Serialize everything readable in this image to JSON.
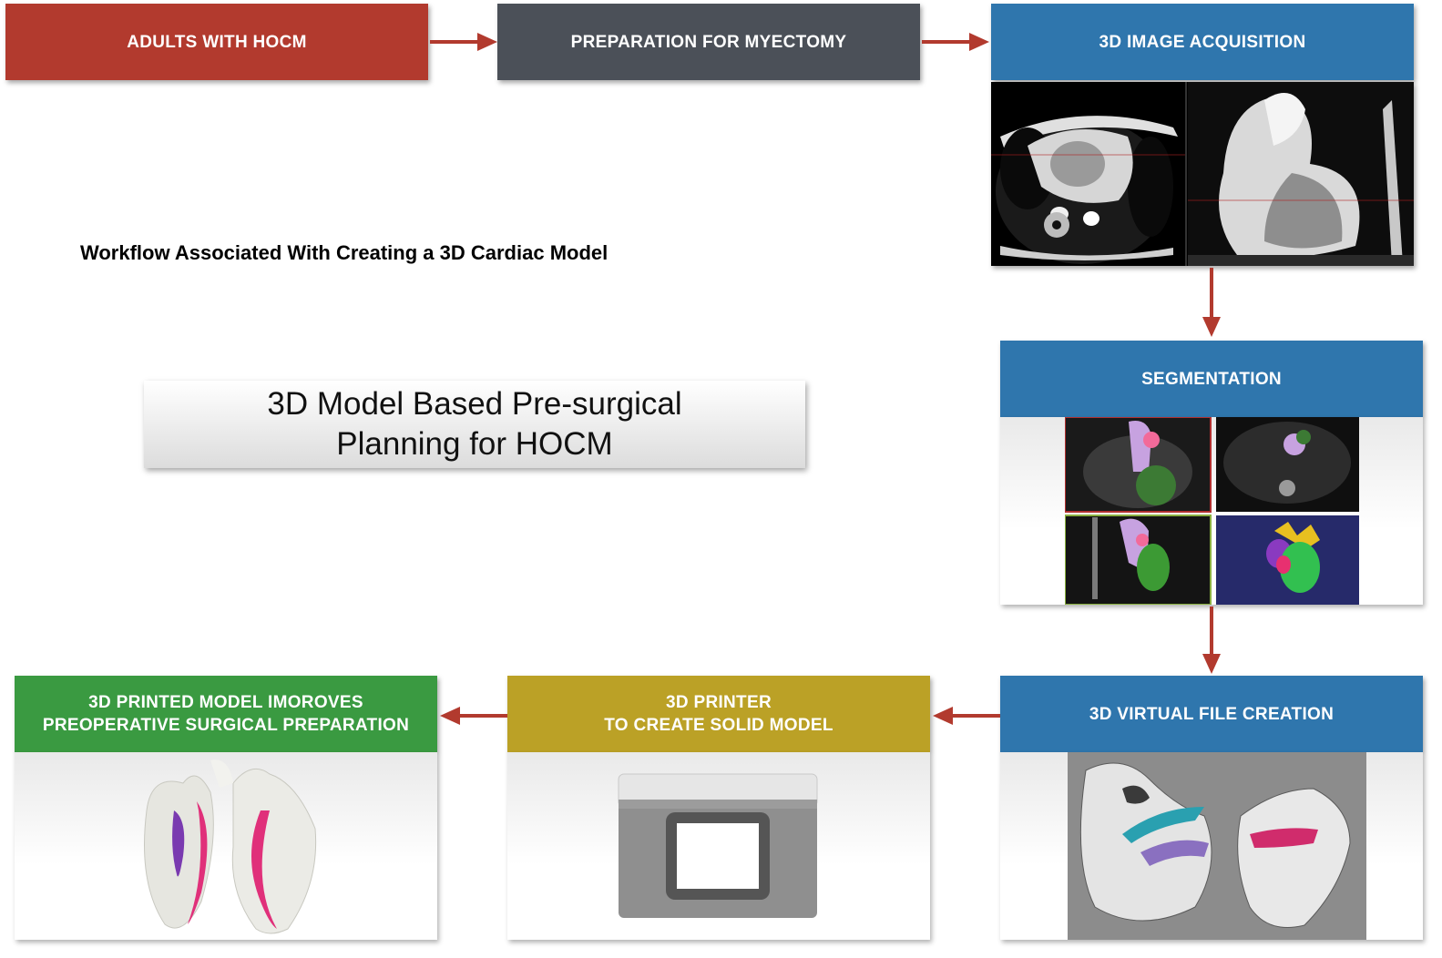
{
  "subtitle": "Workflow Associated With Creating a 3D Cardiac Model",
  "title": "3D Model Based Pre-surgical\nPlanning for HOCM",
  "steps": [
    {
      "label": "ADULTS WITH HOCM",
      "color": "#b23a2e"
    },
    {
      "label": "PREPARATION FOR MYECTOMY",
      "color": "#4b5058"
    },
    {
      "label": "3D IMAGE ACQUISITION",
      "color": "#2f76ad"
    },
    {
      "label": "SEGMENTATION",
      "color": "#2f76ad"
    },
    {
      "label": "3D VIRTUAL FILE CREATION",
      "color": "#2f76ad"
    },
    {
      "label": "3D PRINTER\nTO CREATE SOLID MODEL",
      "color": "#bba126"
    },
    {
      "label": "3D PRINTED MODEL IMOROVES\nPREOPERATIVE SURGICAL PREPARATION",
      "color": "#3a9a41"
    }
  ],
  "arrow_color": "#b23a2e"
}
